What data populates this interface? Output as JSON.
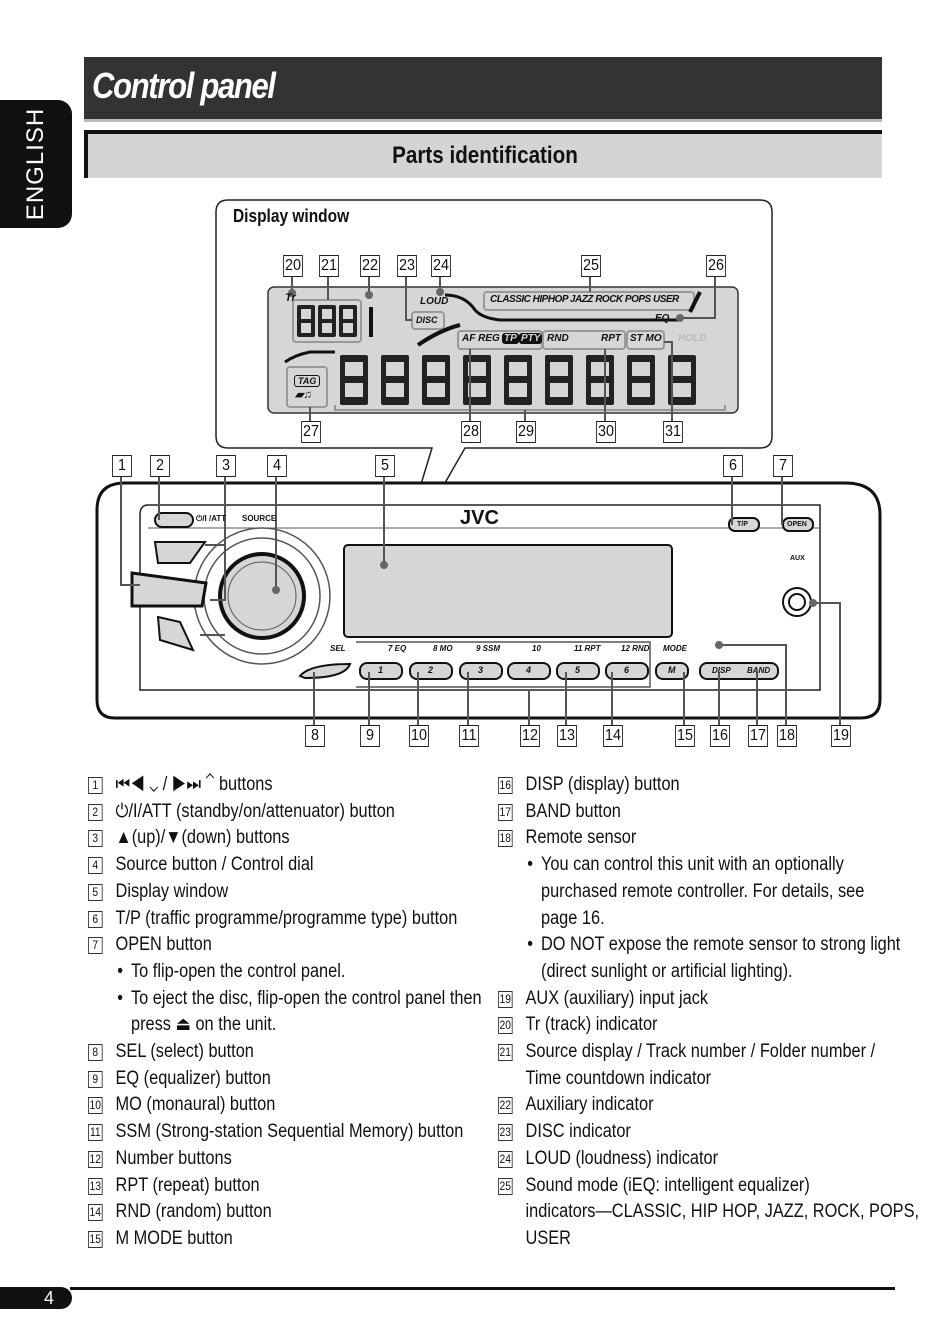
{
  "side_tab": "ENGLISH",
  "title": "Control panel",
  "subtitle": "Parts identification",
  "display_window": {
    "heading": "Display window",
    "lcd": {
      "tr": "Tr",
      "loud": "LOUD",
      "disc": "DISC",
      "eq_modes": "CLASSIC HIPHOP JAZZ ROCK POPS USER",
      "eq": "EQ",
      "af_reg": "AF REG",
      "tp": "TP",
      "pty": "PTY",
      "rnd": "RND",
      "rpt": "RPT",
      "st_mo": "ST MO",
      "hold": "HOLD",
      "tag": "TAG",
      "source_digits": "888",
      "main_digits": "8888888888"
    },
    "callouts": [
      "20",
      "21",
      "22",
      "23",
      "24",
      "25",
      "26",
      "27",
      "28",
      "29",
      "30",
      "31"
    ]
  },
  "front_panel": {
    "brand": "JVC",
    "labels": {
      "power": "⏻/I /ATT",
      "source": "SOURCE",
      "sel": "SEL",
      "tp": "T/P",
      "open": "OPEN",
      "aux": "AUX",
      "mode": "MODE",
      "disp": "DISP",
      "band": "BAND",
      "m": "M",
      "presets_top": [
        "7 EQ",
        "8 MO",
        "9 SSM",
        "10",
        "11 RPT",
        "12 RND"
      ],
      "presets": [
        "1",
        "2",
        "3",
        "4",
        "5",
        "6"
      ]
    },
    "callouts": [
      "1",
      "2",
      "3",
      "4",
      "5",
      "6",
      "7",
      "8",
      "9",
      "10",
      "11",
      "12",
      "13",
      "14",
      "15",
      "16",
      "17",
      "18",
      "19"
    ]
  },
  "parts_left": [
    {
      "num": "1",
      "text": "⏮◀ ⌄ / ▶⏭ ⌃ buttons"
    },
    {
      "num": "2",
      "text": "⏻/I/ATT (standby/on/attenuator) button"
    },
    {
      "num": "3",
      "text": "▲(up)/▼(down) buttons"
    },
    {
      "num": "4",
      "text": "Source button / Control dial"
    },
    {
      "num": "5",
      "text": "Display window"
    },
    {
      "num": "6",
      "text": "T/P (traffic programme/programme type) button"
    },
    {
      "num": "7",
      "text": "OPEN button",
      "bullets": [
        "To flip-open the control panel.",
        "To eject the disc, flip-open the control panel then"
      ],
      "cont": "press ⏏ on the unit."
    },
    {
      "num": "8",
      "text": "SEL (select) button"
    },
    {
      "num": "9",
      "text": "EQ (equalizer) button"
    },
    {
      "num": "10",
      "text": "MO (monaural) button"
    },
    {
      "num": "11",
      "text": "SSM (Strong-station Sequential Memory) button"
    },
    {
      "num": "12",
      "text": "Number buttons"
    },
    {
      "num": "13",
      "text": "RPT (repeat) button"
    },
    {
      "num": "14",
      "text": "RND (random) button"
    },
    {
      "num": "15",
      "text": "M MODE button"
    }
  ],
  "parts_right": [
    {
      "num": "16",
      "text": "DISP (display) button"
    },
    {
      "num": "17",
      "text": "BAND button"
    },
    {
      "num": "18",
      "text": "Remote sensor",
      "bullets": [
        "You can control this unit with an optionally",
        "DO NOT expose the remote sensor to strong light"
      ],
      "bullet_conts": [
        [
          "purchased remote controller. For details, see",
          "page 16."
        ],
        [
          "(direct sunlight or artificial lighting)."
        ]
      ]
    },
    {
      "num": "19",
      "text": "AUX (auxiliary) input jack"
    },
    {
      "num": "20",
      "text": "Tr (track) indicator"
    },
    {
      "num": "21",
      "text": "Source display / Track number / Folder number /",
      "cont": "Time countdown indicator"
    },
    {
      "num": "22",
      "text": "Auxiliary indicator"
    },
    {
      "num": "23",
      "text": "DISC indicator"
    },
    {
      "num": "24",
      "text": "LOUD (loudness) indicator"
    },
    {
      "num": "25",
      "text": "Sound mode (iEQ: intelligent equalizer)",
      "cont": "indicators—CLASSIC, HIP HOP, JAZZ, ROCK, POPS,",
      "cont_b": "USER"
    }
  ],
  "page_number": "4"
}
